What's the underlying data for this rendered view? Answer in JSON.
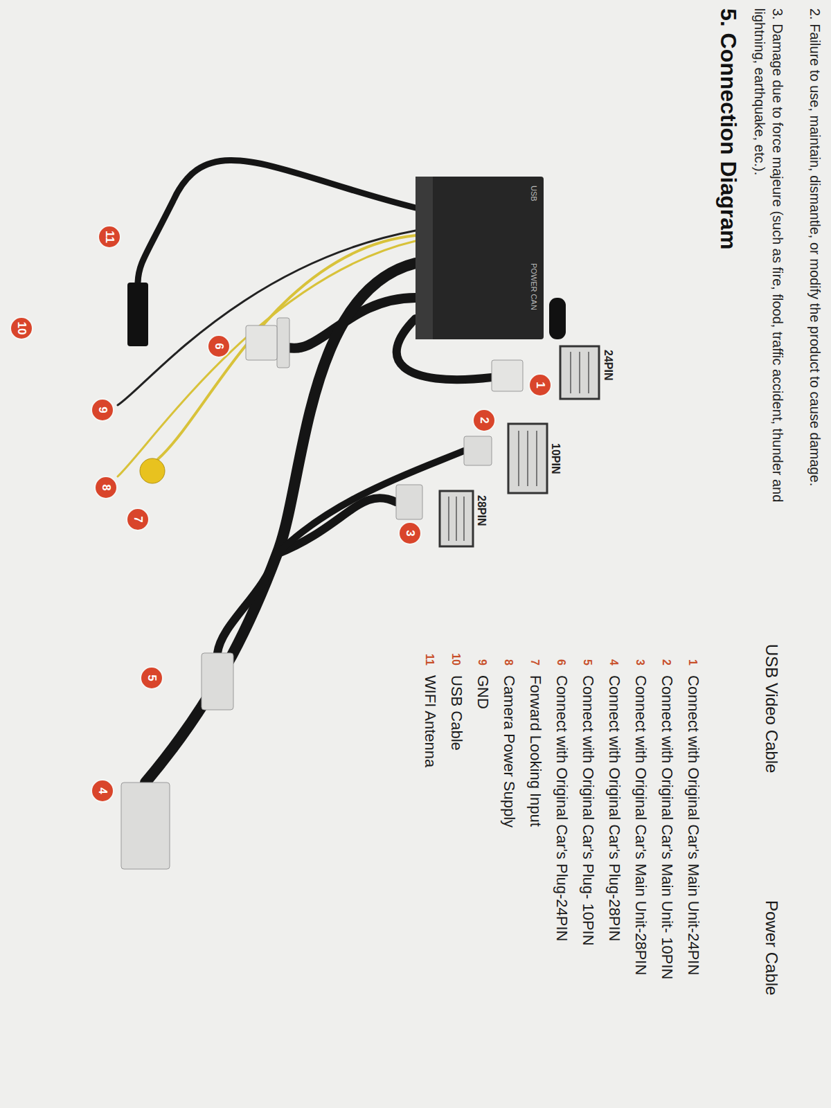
{
  "diagram": {
    "title": "5. Connection Diagram",
    "nodes": [
      {
        "text": [
          "1"
        ]
      },
      {
        "text": [
          "2"
        ]
      },
      {
        "text": [
          "3"
        ]
      },
      {
        "text": [
          "4"
        ]
      },
      {
        "text": [
          "5"
        ]
      },
      {
        "text": [
          "6"
        ]
      },
      {
        "text": [
          "7"
        ]
      },
      {
        "text": [
          "8"
        ]
      },
      {
        "text": [
          "9"
        ]
      },
      {
        "text": [
          "10"
        ]
      },
      {
        "text": [
          "11"
        ]
      }
    ],
    "labels": [
      "2. Failure to use, maintain, dismantle, or modify the product to cause damage.",
      "3. Damage due to force majeure (such as fire, flood, traffic accident, thunder and lightning, earthquake, etc.).",
      "USB Video Cable",
      "Power Cable",
      "24PIN",
      "10PIN",
      "28PIN",
      "USB",
      "POWER CAN",
      "1",
      "Connect with Original Car's Main Unit-24PIN",
      "2",
      "Connect with Original Car's Main Unit- 10PIN",
      "3",
      "Connect with Original Car's Main Unit-28PIN",
      "4",
      "Connect with Original Car's Plug-28PIN",
      "5",
      "Connect with Original Car's Plug- 10PIN",
      "6",
      "Connect with Original Car's Plug-24PIN",
      "7",
      "Forward Looking Input",
      "8",
      "Camera Power Supply",
      "9",
      "GND",
      "10",
      "USB Cable",
      "11",
      "WIFI Antenna"
    ]
  }
}
